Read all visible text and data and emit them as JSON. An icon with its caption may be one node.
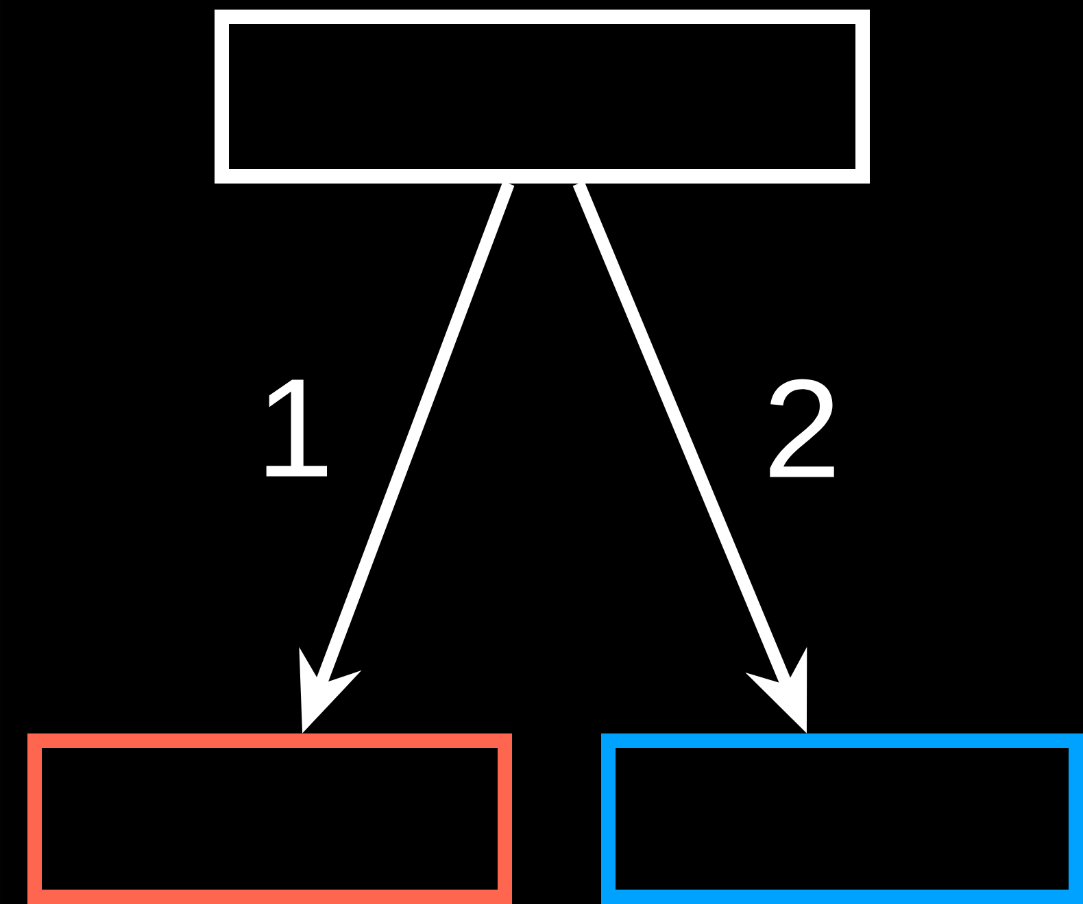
{
  "diagram": {
    "nodes": [
      {
        "text": [],
        "shape": "box"
      },
      {
        "text": [],
        "shape": "box"
      },
      {
        "text": [],
        "shape": "box"
      }
    ],
    "edges": [
      {
        "from": 0,
        "to": 1,
        "arrow": "to",
        "label": "1"
      },
      {
        "from": 0,
        "to": 2,
        "arrow": "to",
        "label": "2"
      }
    ]
  }
}
